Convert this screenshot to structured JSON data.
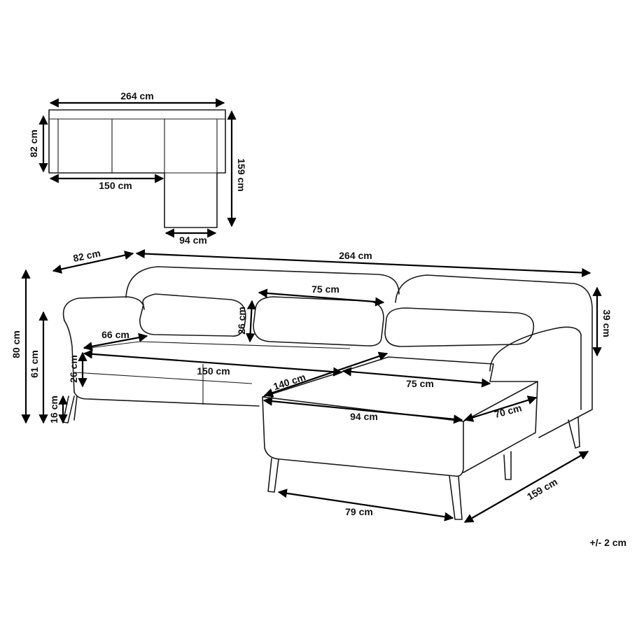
{
  "plan_view": {
    "total_width": "264 cm",
    "depth": "82 cm",
    "sofa_width": "150 cm",
    "total_depth": "159 cm",
    "chaise_width": "94 cm"
  },
  "perspective_view": {
    "depth": "82 cm",
    "total_width": "264 cm",
    "total_height": "80 cm",
    "arm_height": "61 cm",
    "leg_height": "16 cm",
    "seat_thickness": "26 cm",
    "seat_depth": "66 cm",
    "seat_width": "150 cm",
    "cushion_width": "75 cm",
    "cushion_height": "26 cm",
    "back_height": "39 cm",
    "chaise_length": "140 cm",
    "chaise_seat_width": "75 cm",
    "chaise_width": "94 cm",
    "chaise_seat_depth": "70 cm",
    "chaise_base_width": "79 cm",
    "chaise_total_depth": "159 cm"
  },
  "tolerance": "+/- 2 cm"
}
